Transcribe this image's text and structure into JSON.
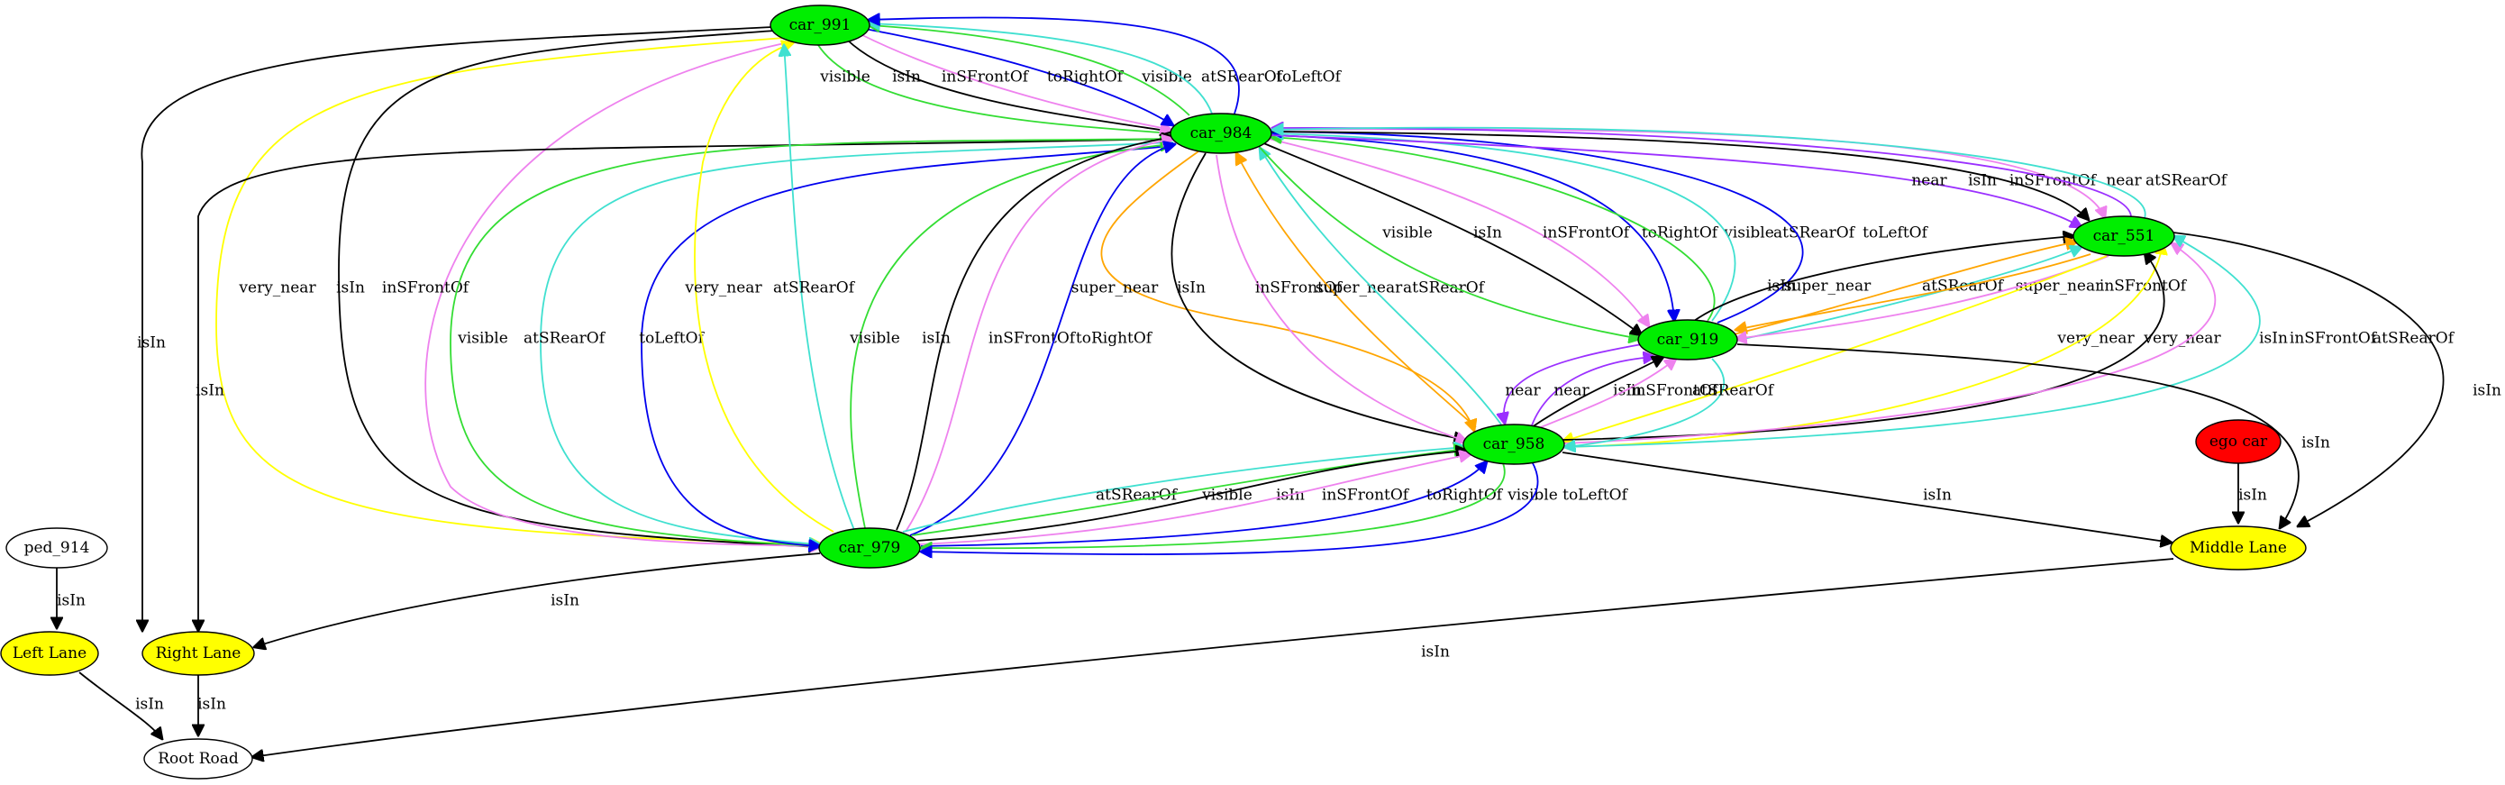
{
  "colors": {
    "black": "#000000",
    "blue": "#0000ee",
    "green": "#33dd33",
    "violet": "#ee82ee",
    "turquoise": "#40e0d0",
    "orange": "#ffa500",
    "yellow": "#ffff00",
    "purple": "#9b30ff",
    "node_green": "#00ee00",
    "node_yellow": "#ffff00",
    "node_red": "#ff0000",
    "node_white": "#ffffff"
  },
  "nodes": [
    {
      "id": "car_991",
      "label": "car_991",
      "fill": "node_green"
    },
    {
      "id": "car_984",
      "label": "car_984",
      "fill": "node_green"
    },
    {
      "id": "car_551",
      "label": "car_551",
      "fill": "node_green"
    },
    {
      "id": "car_919",
      "label": "car_919",
      "fill": "node_green"
    },
    {
      "id": "car_958",
      "label": "car_958",
      "fill": "node_green"
    },
    {
      "id": "car_979",
      "label": "car_979",
      "fill": "node_green"
    },
    {
      "id": "ego_car",
      "label": "ego car",
      "fill": "node_red"
    },
    {
      "id": "middle_lane",
      "label": "Middle Lane",
      "fill": "node_yellow"
    },
    {
      "id": "ped_914",
      "label": "ped_914",
      "fill": "node_white"
    },
    {
      "id": "left_lane",
      "label": "Left Lane",
      "fill": "node_yellow"
    },
    {
      "id": "right_lane",
      "label": "Right Lane",
      "fill": "node_yellow"
    },
    {
      "id": "root_road",
      "label": "Root Road",
      "fill": "node_white"
    }
  ],
  "edges": [
    {
      "id": "e01",
      "from": "car_991",
      "to": "right_lane",
      "label": "isIn",
      "color": "black"
    },
    {
      "id": "e02",
      "from": "car_991",
      "to": "car_979",
      "label": "very_near",
      "color": "yellow"
    },
    {
      "id": "e03",
      "from": "car_991",
      "to": "car_979",
      "label": "isIn",
      "color": "black"
    },
    {
      "id": "e04",
      "from": "car_991",
      "to": "car_979",
      "label": "inSFrontOf",
      "color": "violet"
    },
    {
      "id": "e05",
      "from": "car_991",
      "to": "car_984",
      "label": "visible",
      "color": "green"
    },
    {
      "id": "e06",
      "from": "car_991",
      "to": "car_984",
      "label": "isIn",
      "color": "black"
    },
    {
      "id": "e07",
      "from": "car_991",
      "to": "car_984",
      "label": "inSFrontOf",
      "color": "violet"
    },
    {
      "id": "e08",
      "from": "car_991",
      "to": "car_984",
      "label": "toRightOf",
      "color": "blue"
    },
    {
      "id": "e09",
      "from": "car_984",
      "to": "car_991",
      "label": "visible",
      "color": "green"
    },
    {
      "id": "e10",
      "from": "car_984",
      "to": "car_991",
      "label": "atSRearOf",
      "color": "turquoise"
    },
    {
      "id": "e11",
      "from": "car_984",
      "to": "car_991",
      "label": "toLeftOf",
      "color": "blue"
    },
    {
      "id": "e12",
      "from": "car_984",
      "to": "right_lane",
      "label": "isIn",
      "color": "black"
    },
    {
      "id": "e13",
      "from": "car_984",
      "to": "car_979",
      "label": "visible",
      "color": "green"
    },
    {
      "id": "e14",
      "from": "car_984",
      "to": "car_979",
      "label": "atSRearOf",
      "color": "turquoise"
    },
    {
      "id": "e15",
      "from": "car_984",
      "to": "car_979",
      "label": "toLeftOf",
      "color": "blue"
    },
    {
      "id": "e16",
      "from": "car_979",
      "to": "car_991",
      "label": "very_near",
      "color": "yellow"
    },
    {
      "id": "e17",
      "from": "car_979",
      "to": "car_991",
      "label": "atSRearOf",
      "color": "turquoise"
    },
    {
      "id": "e18",
      "from": "car_979",
      "to": "car_984",
      "label": "visible",
      "color": "green"
    },
    {
      "id": "e19",
      "from": "car_979",
      "to": "car_984",
      "label": "isIn",
      "color": "black"
    },
    {
      "id": "e20",
      "from": "car_979",
      "to": "car_984",
      "label": "inSFrontOf",
      "color": "violet"
    },
    {
      "id": "e21",
      "from": "car_979",
      "to": "car_984",
      "label": "toRightOf",
      "color": "blue"
    },
    {
      "id": "e22",
      "from": "car_984",
      "to": "car_958",
      "label": "super_near",
      "color": "orange"
    },
    {
      "id": "e23",
      "from": "car_984",
      "to": "car_958",
      "label": "isIn",
      "color": "black"
    },
    {
      "id": "e24",
      "from": "car_984",
      "to": "car_958",
      "label": "inSFrontOf",
      "color": "violet"
    },
    {
      "id": "e25",
      "from": "car_958",
      "to": "car_984",
      "label": "super_near",
      "color": "orange"
    },
    {
      "id": "e26",
      "from": "car_958",
      "to": "car_984",
      "label": "atSRearOf",
      "color": "turquoise"
    },
    {
      "id": "e27",
      "from": "car_984",
      "to": "car_919",
      "label": "visible",
      "color": "green"
    },
    {
      "id": "e28",
      "from": "car_984",
      "to": "car_919",
      "label": "isIn",
      "color": "black"
    },
    {
      "id": "e29",
      "from": "car_984",
      "to": "car_919",
      "label": "inSFrontOf",
      "color": "violet"
    },
    {
      "id": "e30",
      "from": "car_984",
      "to": "car_919",
      "label": "toRightOf",
      "color": "blue"
    },
    {
      "id": "e31",
      "from": "car_919",
      "to": "car_984",
      "label": "visible",
      "color": "green"
    },
    {
      "id": "e32",
      "from": "car_919",
      "to": "car_984",
      "label": "atSRearOf",
      "color": "turquoise"
    },
    {
      "id": "e33",
      "from": "car_919",
      "to": "car_984",
      "label": "toLeftOf",
      "color": "blue"
    },
    {
      "id": "e34",
      "from": "car_984",
      "to": "car_551",
      "label": "near",
      "color": "purple"
    },
    {
      "id": "e35",
      "from": "car_984",
      "to": "car_551",
      "label": "isIn",
      "color": "black"
    },
    {
      "id": "e36",
      "from": "car_984",
      "to": "car_551",
      "label": "inSFrontOf",
      "color": "violet"
    },
    {
      "id": "e37",
      "from": "car_551",
      "to": "car_984",
      "label": "near",
      "color": "purple"
    },
    {
      "id": "e38",
      "from": "car_551",
      "to": "car_984",
      "label": "atSRearOf",
      "color": "turquoise"
    },
    {
      "id": "e39",
      "from": "car_919",
      "to": "car_551",
      "label": "isIn",
      "color": "black"
    },
    {
      "id": "e40",
      "from": "car_919",
      "to": "car_551",
      "label": "super_near",
      "color": "orange"
    },
    {
      "id": "e41",
      "from": "car_919",
      "to": "car_551",
      "label": "atSRearOf",
      "color": "turquoise"
    },
    {
      "id": "e42",
      "from": "car_551",
      "to": "car_919",
      "label": "super_near",
      "color": "orange"
    },
    {
      "id": "e43",
      "from": "car_551",
      "to": "car_919",
      "label": "inSFrontOf",
      "color": "violet"
    },
    {
      "id": "e44",
      "from": "car_551",
      "to": "car_958",
      "label": "very_near",
      "color": "yellow"
    },
    {
      "id": "e45",
      "from": "car_958",
      "to": "car_551",
      "label": "very_near",
      "color": "yellow"
    },
    {
      "id": "e46",
      "from": "car_958",
      "to": "car_551",
      "label": "isIn",
      "color": "black"
    },
    {
      "id": "e47",
      "from": "car_551",
      "to": "car_958",
      "label": "inSFrontOf",
      "color": "violet"
    },
    {
      "id": "e48",
      "from": "car_551",
      "to": "car_958",
      "label": "atSRearOf",
      "color": "turquoise"
    },
    {
      "id": "e49",
      "from": "car_551",
      "to": "middle_lane",
      "label": "isIn",
      "color": "black"
    },
    {
      "id": "e50",
      "from": "car_919",
      "to": "middle_lane",
      "label": "isIn",
      "color": "black"
    },
    {
      "id": "e51",
      "from": "car_919",
      "to": "car_958",
      "label": "near",
      "color": "purple"
    },
    {
      "id": "e52",
      "from": "car_958",
      "to": "car_919",
      "label": "near",
      "color": "purple"
    },
    {
      "id": "e53",
      "from": "car_958",
      "to": "car_919",
      "label": "isIn",
      "color": "black"
    },
    {
      "id": "e54",
      "from": "car_958",
      "to": "car_919",
      "label": "inSFrontOf",
      "color": "violet"
    },
    {
      "id": "e55",
      "from": "car_919",
      "to": "car_958",
      "label": "atSRearOf",
      "color": "turquoise"
    },
    {
      "id": "e56",
      "from": "car_979",
      "to": "car_958",
      "label": "atSRearOf",
      "color": "turquoise"
    },
    {
      "id": "e57",
      "from": "car_979",
      "to": "car_958",
      "label": "visible",
      "color": "green"
    },
    {
      "id": "e58",
      "from": "car_979",
      "to": "car_958",
      "label": "isIn",
      "color": "black"
    },
    {
      "id": "e59",
      "from": "car_979",
      "to": "car_958",
      "label": "inSFrontOf",
      "color": "violet"
    },
    {
      "id": "e60",
      "from": "car_979",
      "to": "car_958",
      "label": "toRightOf",
      "color": "blue"
    },
    {
      "id": "e61",
      "from": "car_958",
      "to": "car_979",
      "label": "visible",
      "color": "green"
    },
    {
      "id": "e62",
      "from": "car_958",
      "to": "car_979",
      "label": "toLeftOf",
      "color": "blue"
    },
    {
      "id": "e63",
      "from": "car_958",
      "to": "middle_lane",
      "label": "isIn",
      "color": "black"
    },
    {
      "id": "e64",
      "from": "ego_car",
      "to": "middle_lane",
      "label": "isIn",
      "color": "black"
    },
    {
      "id": "e65",
      "from": "car_979",
      "to": "right_lane",
      "label": "isIn",
      "color": "black"
    },
    {
      "id": "e66",
      "from": "ped_914",
      "to": "left_lane",
      "label": "isIn",
      "color": "black"
    },
    {
      "id": "e67",
      "from": "left_lane",
      "to": "root_road",
      "label": "isIn",
      "color": "black"
    },
    {
      "id": "e68",
      "from": "right_lane",
      "to": "root_road",
      "label": "isIn",
      "color": "black"
    },
    {
      "id": "e69",
      "from": "middle_lane",
      "to": "root_road",
      "label": "isIn",
      "color": "black"
    }
  ]
}
